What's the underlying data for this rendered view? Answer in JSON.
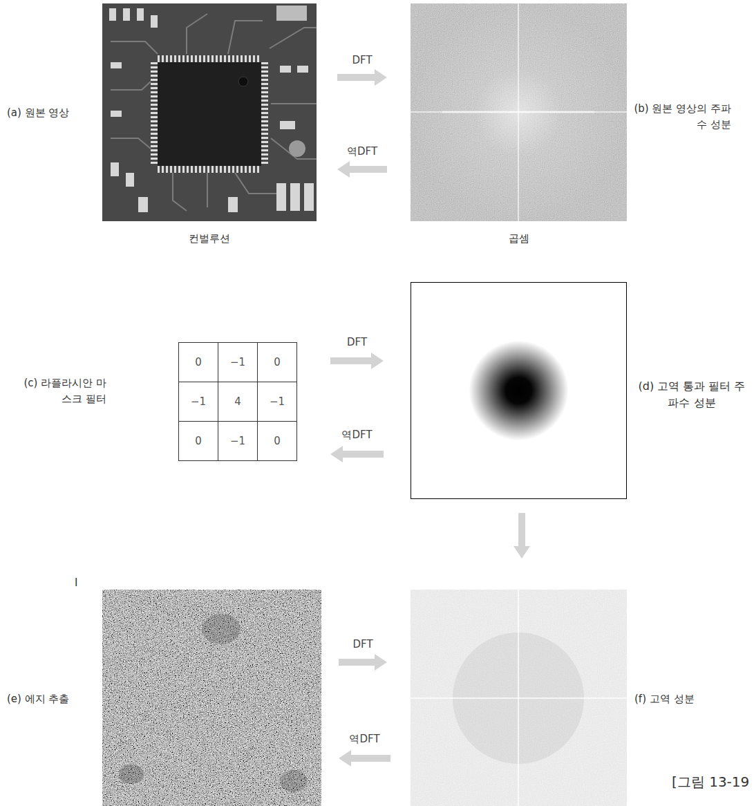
{
  "diagram": {
    "caption": "[그림 13-19",
    "nodes": [
      {
        "text": [
          "(a) 원본 영상",
          "컨벌루션"
        ]
      },
      {
        "text": [
          "(b) 원본 영상의 주파수 성분",
          "곱셈"
        ]
      },
      {
        "text": [
          "(c) 라플라시안 마스크 필터"
        ]
      },
      {
        "text": [
          "(d) 고역 통과 필터 주파수 성분"
        ]
      },
      {
        "text": [
          "(e) 에지 추출"
        ]
      },
      {
        "text": [
          "(f) 고역 성분"
        ]
      }
    ],
    "edges": [
      {
        "from": 0,
        "to": 1,
        "label": "DFT",
        "arrow": "to"
      },
      {
        "from": 1,
        "to": 0,
        "label": "역DFT",
        "arrow": "to"
      },
      {
        "from": 2,
        "to": 3,
        "label": "DFT",
        "arrow": "to"
      },
      {
        "from": 3,
        "to": 2,
        "label": "역DFT",
        "arrow": "to"
      },
      {
        "from": 3,
        "to": 5,
        "arrow": "to"
      },
      {
        "from": 4,
        "to": 5,
        "label": "DFT",
        "arrow": "to"
      },
      {
        "from": 5,
        "to": 4,
        "label": "역DFT",
        "arrow": "to"
      }
    ],
    "labels": [
      "0",
      "−1",
      "0",
      "−1",
      "4",
      "−1",
      "0",
      "−1",
      "0",
      "I"
    ]
  }
}
